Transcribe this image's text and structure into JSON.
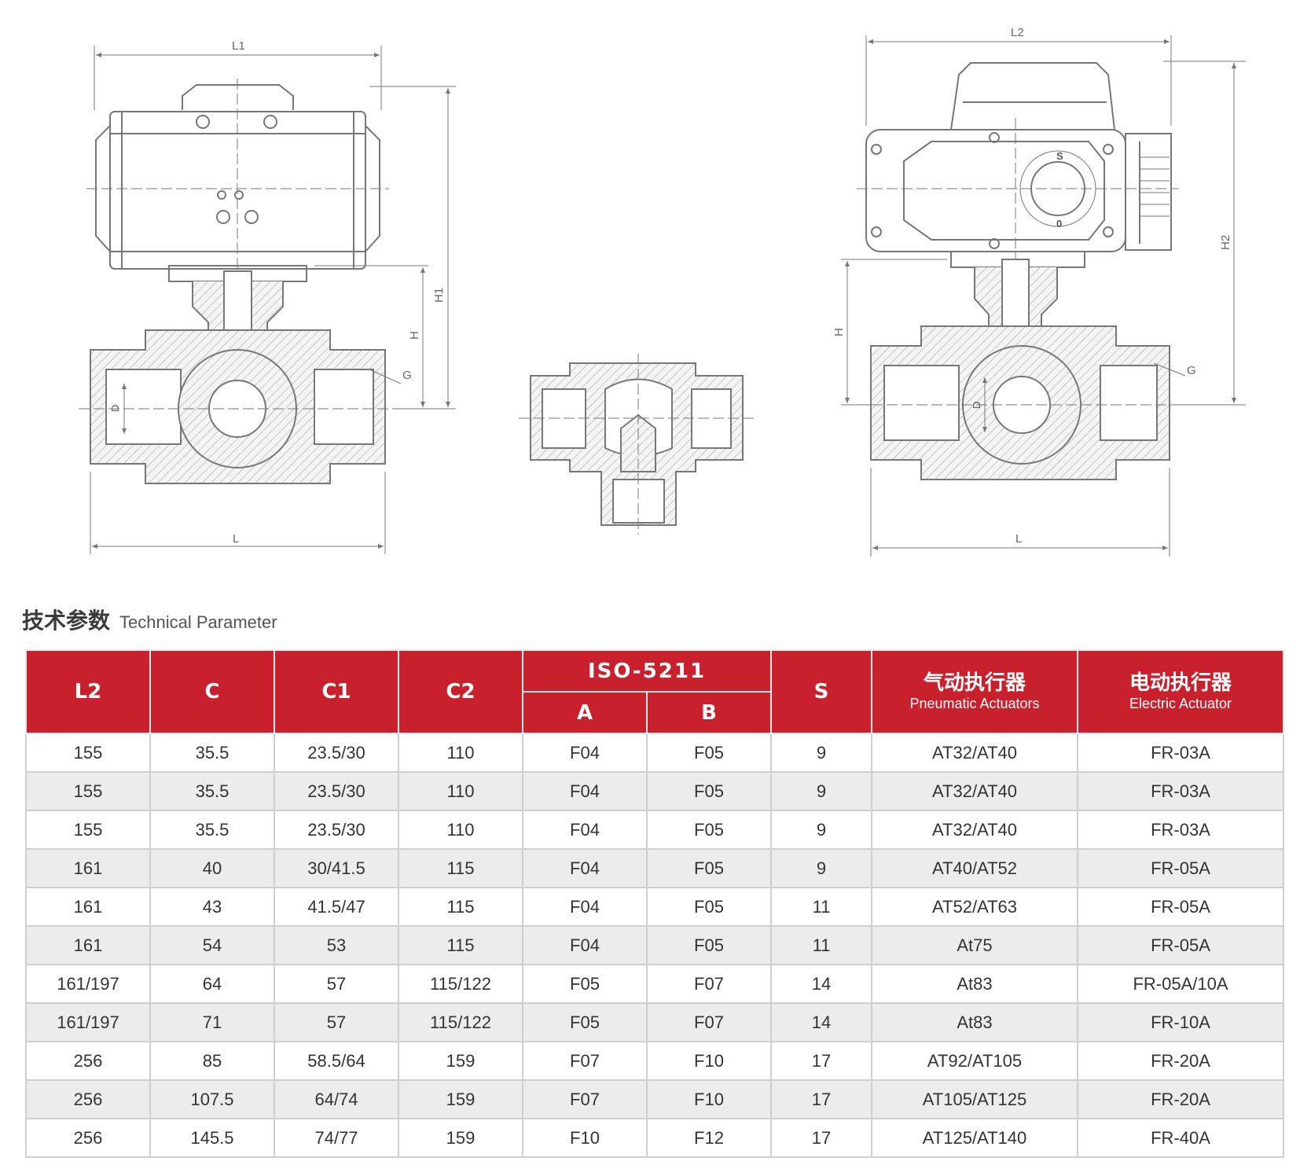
{
  "drawings": {
    "pneumatic_view": {
      "width_label": "L1",
      "height_label": "H1",
      "h_label": "H",
      "g_label": "G",
      "d_label": "D",
      "length_label": "L"
    },
    "electric_view": {
      "width_label": "L2",
      "height_label": "H2",
      "h_label": "H",
      "g_label": "G",
      "d_label": "D",
      "length_label": "L",
      "indicator_s": "S",
      "indicator_0": "0"
    }
  },
  "section": {
    "title_zh": "技术参数",
    "title_en": "Technical Parameter"
  },
  "table": {
    "headers": {
      "l2": "L2",
      "c": "C",
      "c1": "C1",
      "c2": "C2",
      "iso": "ISO-5211",
      "a": "A",
      "b": "B",
      "s": "S",
      "pneumatic_zh": "气动执行器",
      "pneumatic_en": "Pneumatic Actuators",
      "electric_zh": "电动执行器",
      "electric_en": "Electric Actuator"
    },
    "rows": [
      [
        "155",
        "35.5",
        "23.5/30",
        "110",
        "F04",
        "F05",
        "9",
        "AT32/AT40",
        "FR-03A"
      ],
      [
        "155",
        "35.5",
        "23.5/30",
        "110",
        "F04",
        "F05",
        "9",
        "AT32/AT40",
        "FR-03A"
      ],
      [
        "155",
        "35.5",
        "23.5/30",
        "110",
        "F04",
        "F05",
        "9",
        "AT32/AT40",
        "FR-03A"
      ],
      [
        "161",
        "40",
        "30/41.5",
        "115",
        "F04",
        "F05",
        "9",
        "AT40/AT52",
        "FR-05A"
      ],
      [
        "161",
        "43",
        "41.5/47",
        "115",
        "F04",
        "F05",
        "11",
        "AT52/AT63",
        "FR-05A"
      ],
      [
        "161",
        "54",
        "53",
        "115",
        "F04",
        "F05",
        "11",
        "At75",
        "FR-05A"
      ],
      [
        "161/197",
        "64",
        "57",
        "115/122",
        "F05",
        "F07",
        "14",
        "At83",
        "FR-05A/10A"
      ],
      [
        "161/197",
        "71",
        "57",
        "115/122",
        "F05",
        "F07",
        "14",
        "At83",
        "FR-10A"
      ],
      [
        "256",
        "85",
        "58.5/64",
        "159",
        "F07",
        "F10",
        "17",
        "AT92/AT105",
        "FR-20A"
      ],
      [
        "256",
        "107.5",
        "64/74",
        "159",
        "F07",
        "F10",
        "17",
        "AT105/AT125",
        "FR-20A"
      ],
      [
        "256",
        "145.5",
        "74/77",
        "159",
        "F10",
        "F12",
        "17",
        "AT125/AT140",
        "FR-40A"
      ]
    ]
  },
  "colors": {
    "header_red": "#c8202c",
    "alt_row": "#ececec",
    "line": "#777777"
  }
}
